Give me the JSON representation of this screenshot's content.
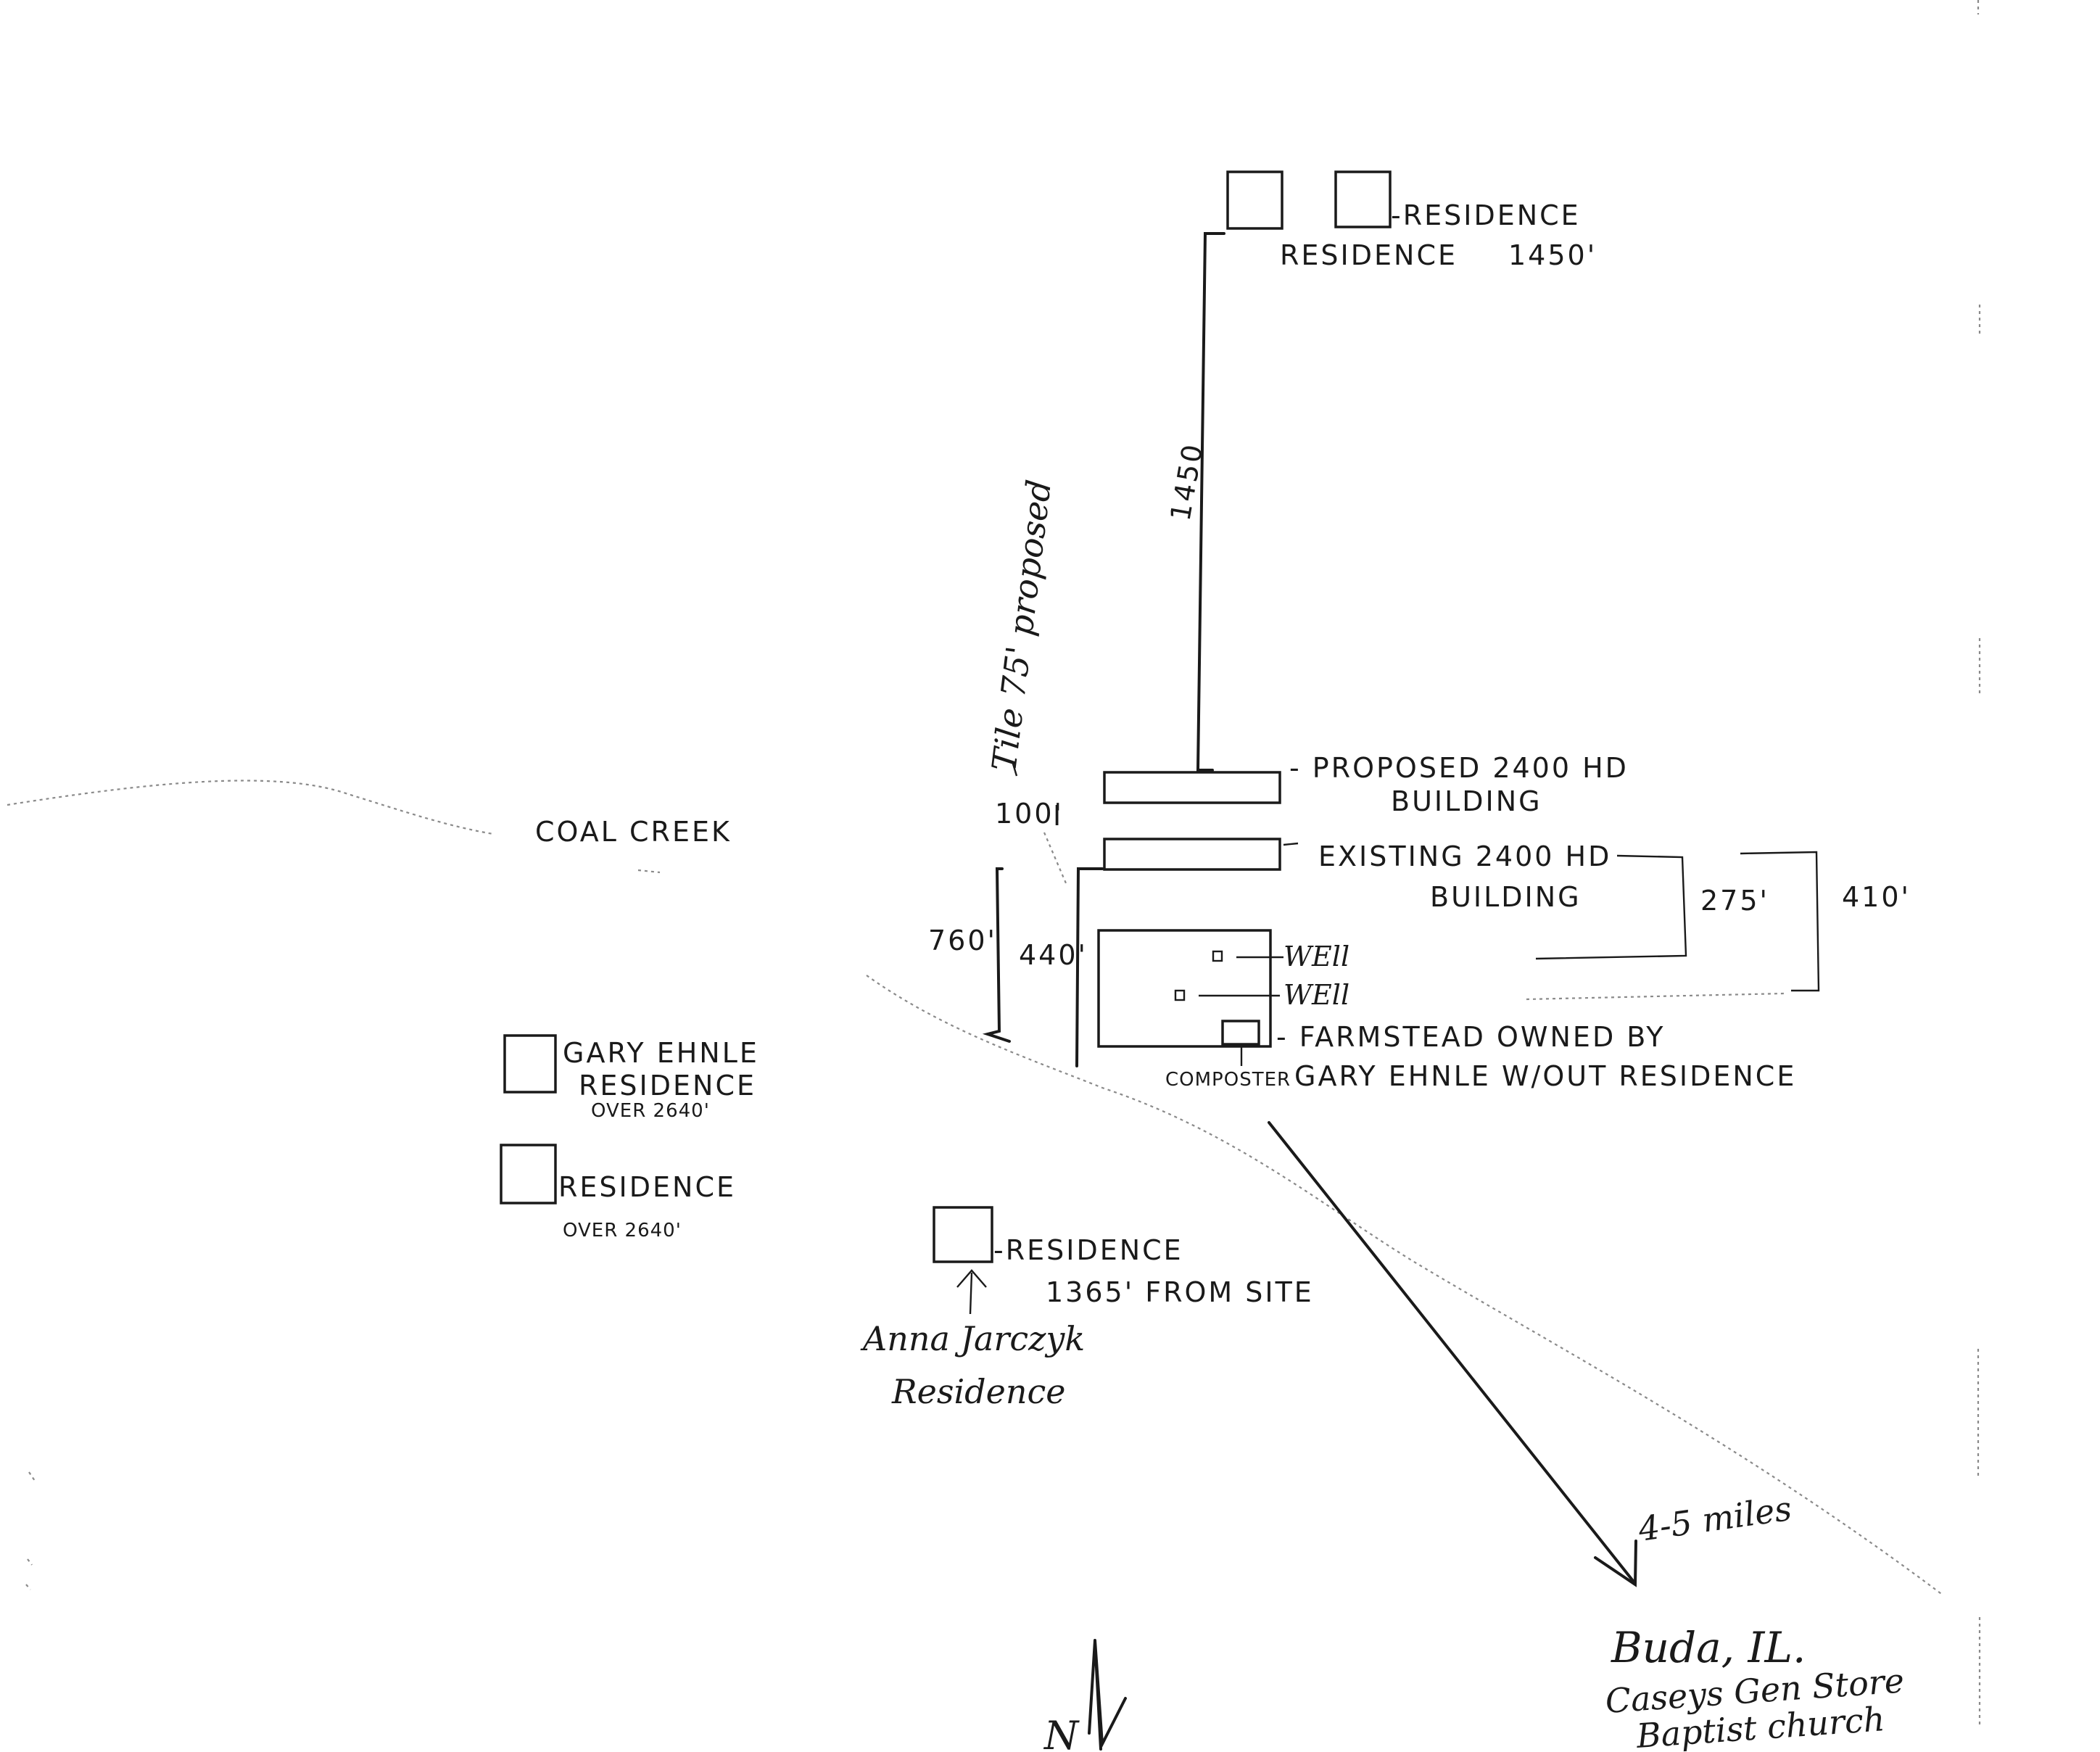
{
  "labels": {
    "residence_top_right": "-RESIDENCE",
    "residence_top_left": "RESIDENCE",
    "dist_1450_top": "1450'",
    "dist_1450_vertical": "1450",
    "tile_proposed": "Tile 75' proposed",
    "dist_100": "100'",
    "dist_100_mark": "I",
    "coal_creek": "COAL CREEK",
    "proposed_building_1": "- PROPOSED 2400 HD",
    "proposed_building_2": "BUILDING",
    "existing_building_1": "EXISTING 2400 HD",
    "existing_building_2": "BUILDING",
    "dist_275": "275'",
    "dist_410": "410'",
    "dist_760": "760'",
    "dist_440": "440'",
    "well_1": "WEll",
    "well_2": "WEll",
    "farmstead_1": "- FARMSTEAD OWNED BY",
    "farmstead_2": "GARY EHNLE W/OUT RESIDENCE",
    "composter": "COMPOSTER",
    "gary_1": "GARY EHNLE",
    "gary_2": "RESIDENCE",
    "gary_3": "OVER 2640'",
    "res_left_1": "RESIDENCE",
    "res_left_2": "OVER 2640'",
    "res_bottom_1": "-RESIDENCE",
    "res_bottom_2": "1365' FROM SITE",
    "anna_1": "Anna Jarczyk",
    "anna_2": "Residence",
    "miles": "4-5 miles",
    "buda_1": "Buda, IL.",
    "buda_2": "Caseys Gen Store",
    "buda_3": "Baptist church",
    "north": "N"
  }
}
